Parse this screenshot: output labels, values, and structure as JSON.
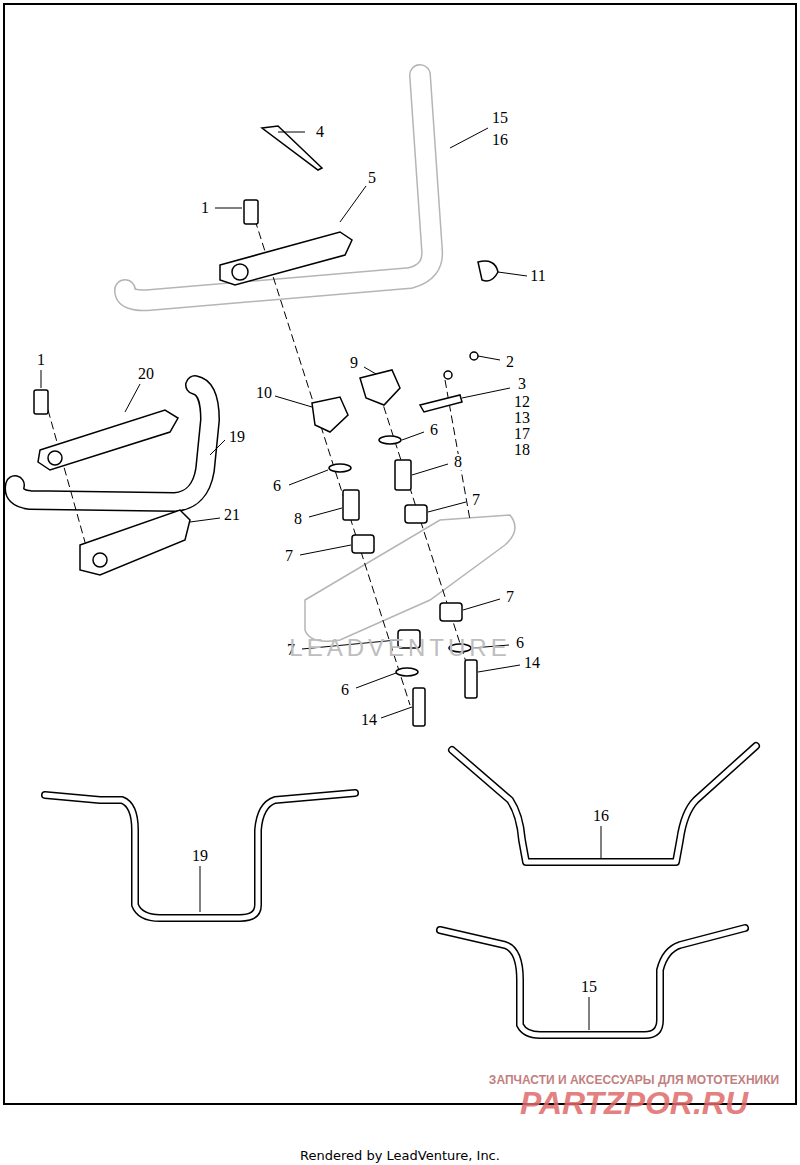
{
  "diagram": {
    "caption": "Rendered by LeadVenture, Inc.",
    "labels": [
      "15",
      "16",
      "4",
      "5",
      "1",
      "11",
      "1",
      "20",
      "9",
      "2",
      "10",
      "3",
      "12",
      "13",
      "17",
      "18",
      "6",
      "19",
      "6",
      "8",
      "8",
      "7",
      "21",
      "7",
      "7",
      "7",
      "6",
      "6",
      "14",
      "14",
      "16",
      "19",
      "15",
      "LEADVENTURE",
      "ЗАПЧАСТИ И АКСЕССУАРЫ ДЛЯ МОТОТЕХНИКИ",
      "PARTZPOR.RU"
    ]
  }
}
